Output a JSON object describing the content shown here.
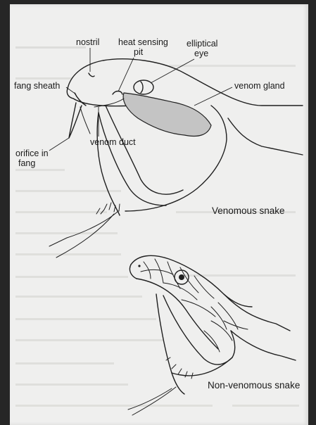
{
  "labels": {
    "nostril": "nostril",
    "heat_pit_line1": "heat sensing",
    "heat_pit_line2": "pit",
    "elliptical_line1": "elliptical",
    "elliptical_line2": "eye",
    "fang_sheath": "fang sheath",
    "venom_gland": "venom gland",
    "venom_duct": "venom duct",
    "orifice_line1": "orifice in",
    "orifice_line2": "fang",
    "venomous_caption": "Venomous snake",
    "nonvenomous_caption": "Non-venomous snake"
  },
  "colors": {
    "page": "#efefee",
    "frame": "#262626",
    "ink": "#1f1f1f",
    "gland_fill": "#c4c4c4",
    "bleed_text": "#b9b9b6"
  }
}
